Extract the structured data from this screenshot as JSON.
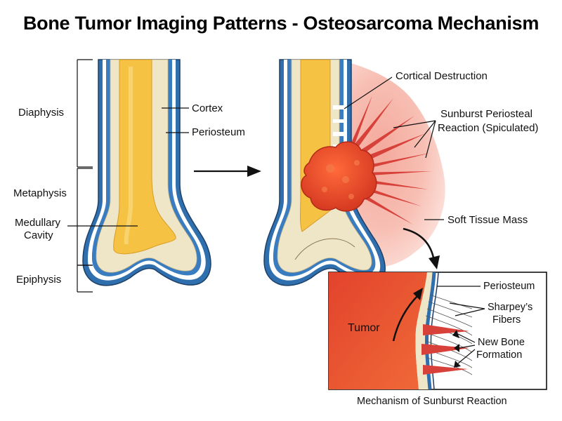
{
  "title": "Bone Tumor Imaging Patterns - Osteosarcoma Mechanism",
  "normal_bone": {
    "region_labels": {
      "diaphysis": "Diaphysis",
      "metaphysis": "Metaphysis",
      "medullary_cavity": [
        "Medullary",
        "Cavity"
      ],
      "epiphysis": "Epiphysis"
    },
    "layer_labels": {
      "cortex": "Cortex",
      "periosteum": "Periosteum"
    }
  },
  "tumor_bone": {
    "labels": {
      "cortical_destruction": "Cortical Destruction",
      "sunburst": [
        "Sunburst Periosteal",
        "Reaction (Spiculated)"
      ],
      "soft_tissue_mass": "Soft Tissue Mass"
    }
  },
  "inset": {
    "tumor_label": "Tumor",
    "periosteum_label": "Periosteum",
    "sharpeys_fibers": [
      "Sharpey’s",
      "Fibers"
    ],
    "new_bone_formation": [
      "New Bone",
      "Formation"
    ],
    "caption": "Mechanism of Sunburst Reaction"
  },
  "colors": {
    "periosteum_blue": "#2f6fae",
    "bone_cream": "#efe6c8",
    "marrow_yellow": "#f6c244",
    "tumor_red": "#e8442c",
    "soft_tissue_pink": "#f6b3a6",
    "spicule_red": "#d8403a"
  }
}
